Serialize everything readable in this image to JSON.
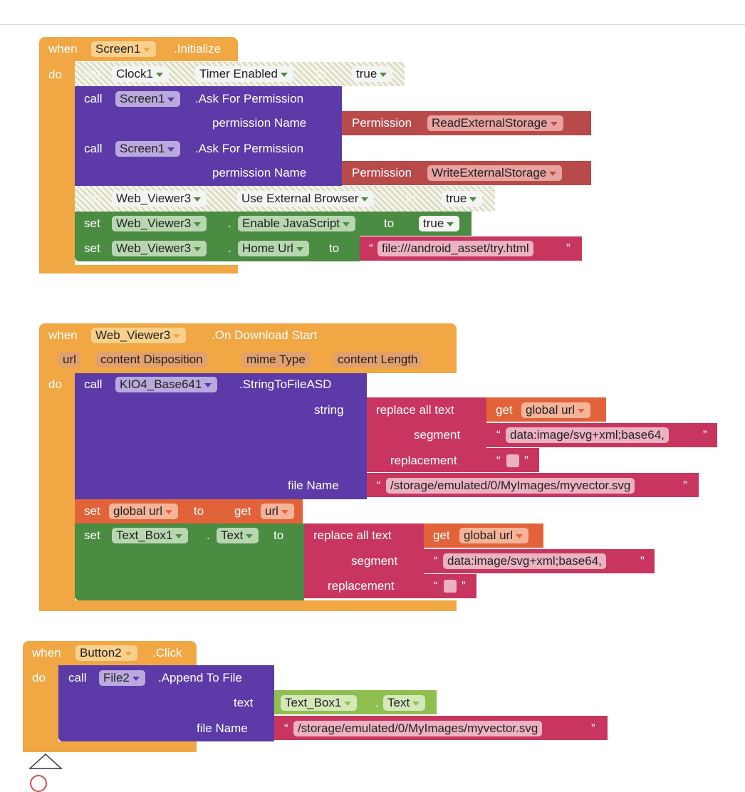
{
  "event1": {
    "when": "when",
    "component": "Screen1",
    "event": ".Initialize",
    "do": "do",
    "set1": {
      "set": "set",
      "component": "Clock1",
      "dot": ".",
      "property": "Timer Enabled",
      "to": "to",
      "value": "true"
    },
    "call1": {
      "call": "call",
      "component": "Screen1",
      "method": ".Ask For Permission",
      "param_label": "permission Name",
      "perm_label": "Permission",
      "perm_value": "ReadExternalStorage"
    },
    "call2": {
      "call": "call",
      "component": "Screen1",
      "method": ".Ask For Permission",
      "param_label": "permission Name",
      "perm_label": "Permission",
      "perm_value": "WriteExternalStorage"
    },
    "set2": {
      "set": "set",
      "component": "Web_Viewer3",
      "dot": ".",
      "property": "Use External Browser",
      "to": "to",
      "value": "true"
    },
    "set3": {
      "set": "set",
      "component": "Web_Viewer3",
      "dot": ".",
      "property": "Enable JavaScript",
      "to": "to",
      "value": "true"
    },
    "set4": {
      "set": "set",
      "component": "Web_Viewer3",
      "dot": ".",
      "property": "Home Url",
      "to": "to",
      "value": "file:///android_asset/try.html"
    }
  },
  "event2": {
    "when": "when",
    "component": "Web_Viewer3",
    "event": ".On Download Start",
    "params": [
      "url",
      "content Disposition",
      "mime Type",
      "content Length"
    ],
    "do": "do",
    "call": {
      "call": "call",
      "component": "KIO4_Base641",
      "method": ".StringToFileASD",
      "string_label": "string",
      "replace_label": "replace all text",
      "get": "get",
      "get_var": "global url",
      "segment_label": "segment",
      "segment_value": "data:image/svg+xml;base64,",
      "replacement_label": "replacement",
      "file_label": "file Name",
      "file_value": "/storage/emulated/0/MyImages/myvector.svg"
    },
    "set_global": {
      "set": "set",
      "var": "global url",
      "to": "to",
      "get": "get",
      "get_var": "url"
    },
    "set_text": {
      "set": "set",
      "component": "Text_Box1",
      "dot": ".",
      "property": "Text",
      "to": "to",
      "replace_label": "replace all text",
      "get": "get",
      "get_var": "global url",
      "segment_label": "segment",
      "segment_value": "data:image/svg+xml;base64,",
      "replacement_label": "replacement"
    }
  },
  "event3": {
    "when": "when",
    "component": "Button2",
    "event": ".Click",
    "do": "do",
    "call": {
      "call": "call",
      "component": "File2",
      "method": ".Append To File",
      "text_label": "text",
      "text_component": "Text_Box1",
      "dot": ".",
      "text_property": "Text",
      "file_label": "file Name",
      "file_value": "/storage/emulated/0/MyImages/myvector.svg"
    }
  },
  "quote_open": "“",
  "quote_close": "”",
  "colors": {
    "event": "#f0a744",
    "procedure": "#5c3aa8",
    "setter": "#4a8c42",
    "text": "#c8365f",
    "permission": "#b84a49",
    "variable": "#e2633a",
    "getter": "#8fbe51"
  },
  "icons": [
    "collapse-triangle-icon",
    "trash-icon"
  ]
}
